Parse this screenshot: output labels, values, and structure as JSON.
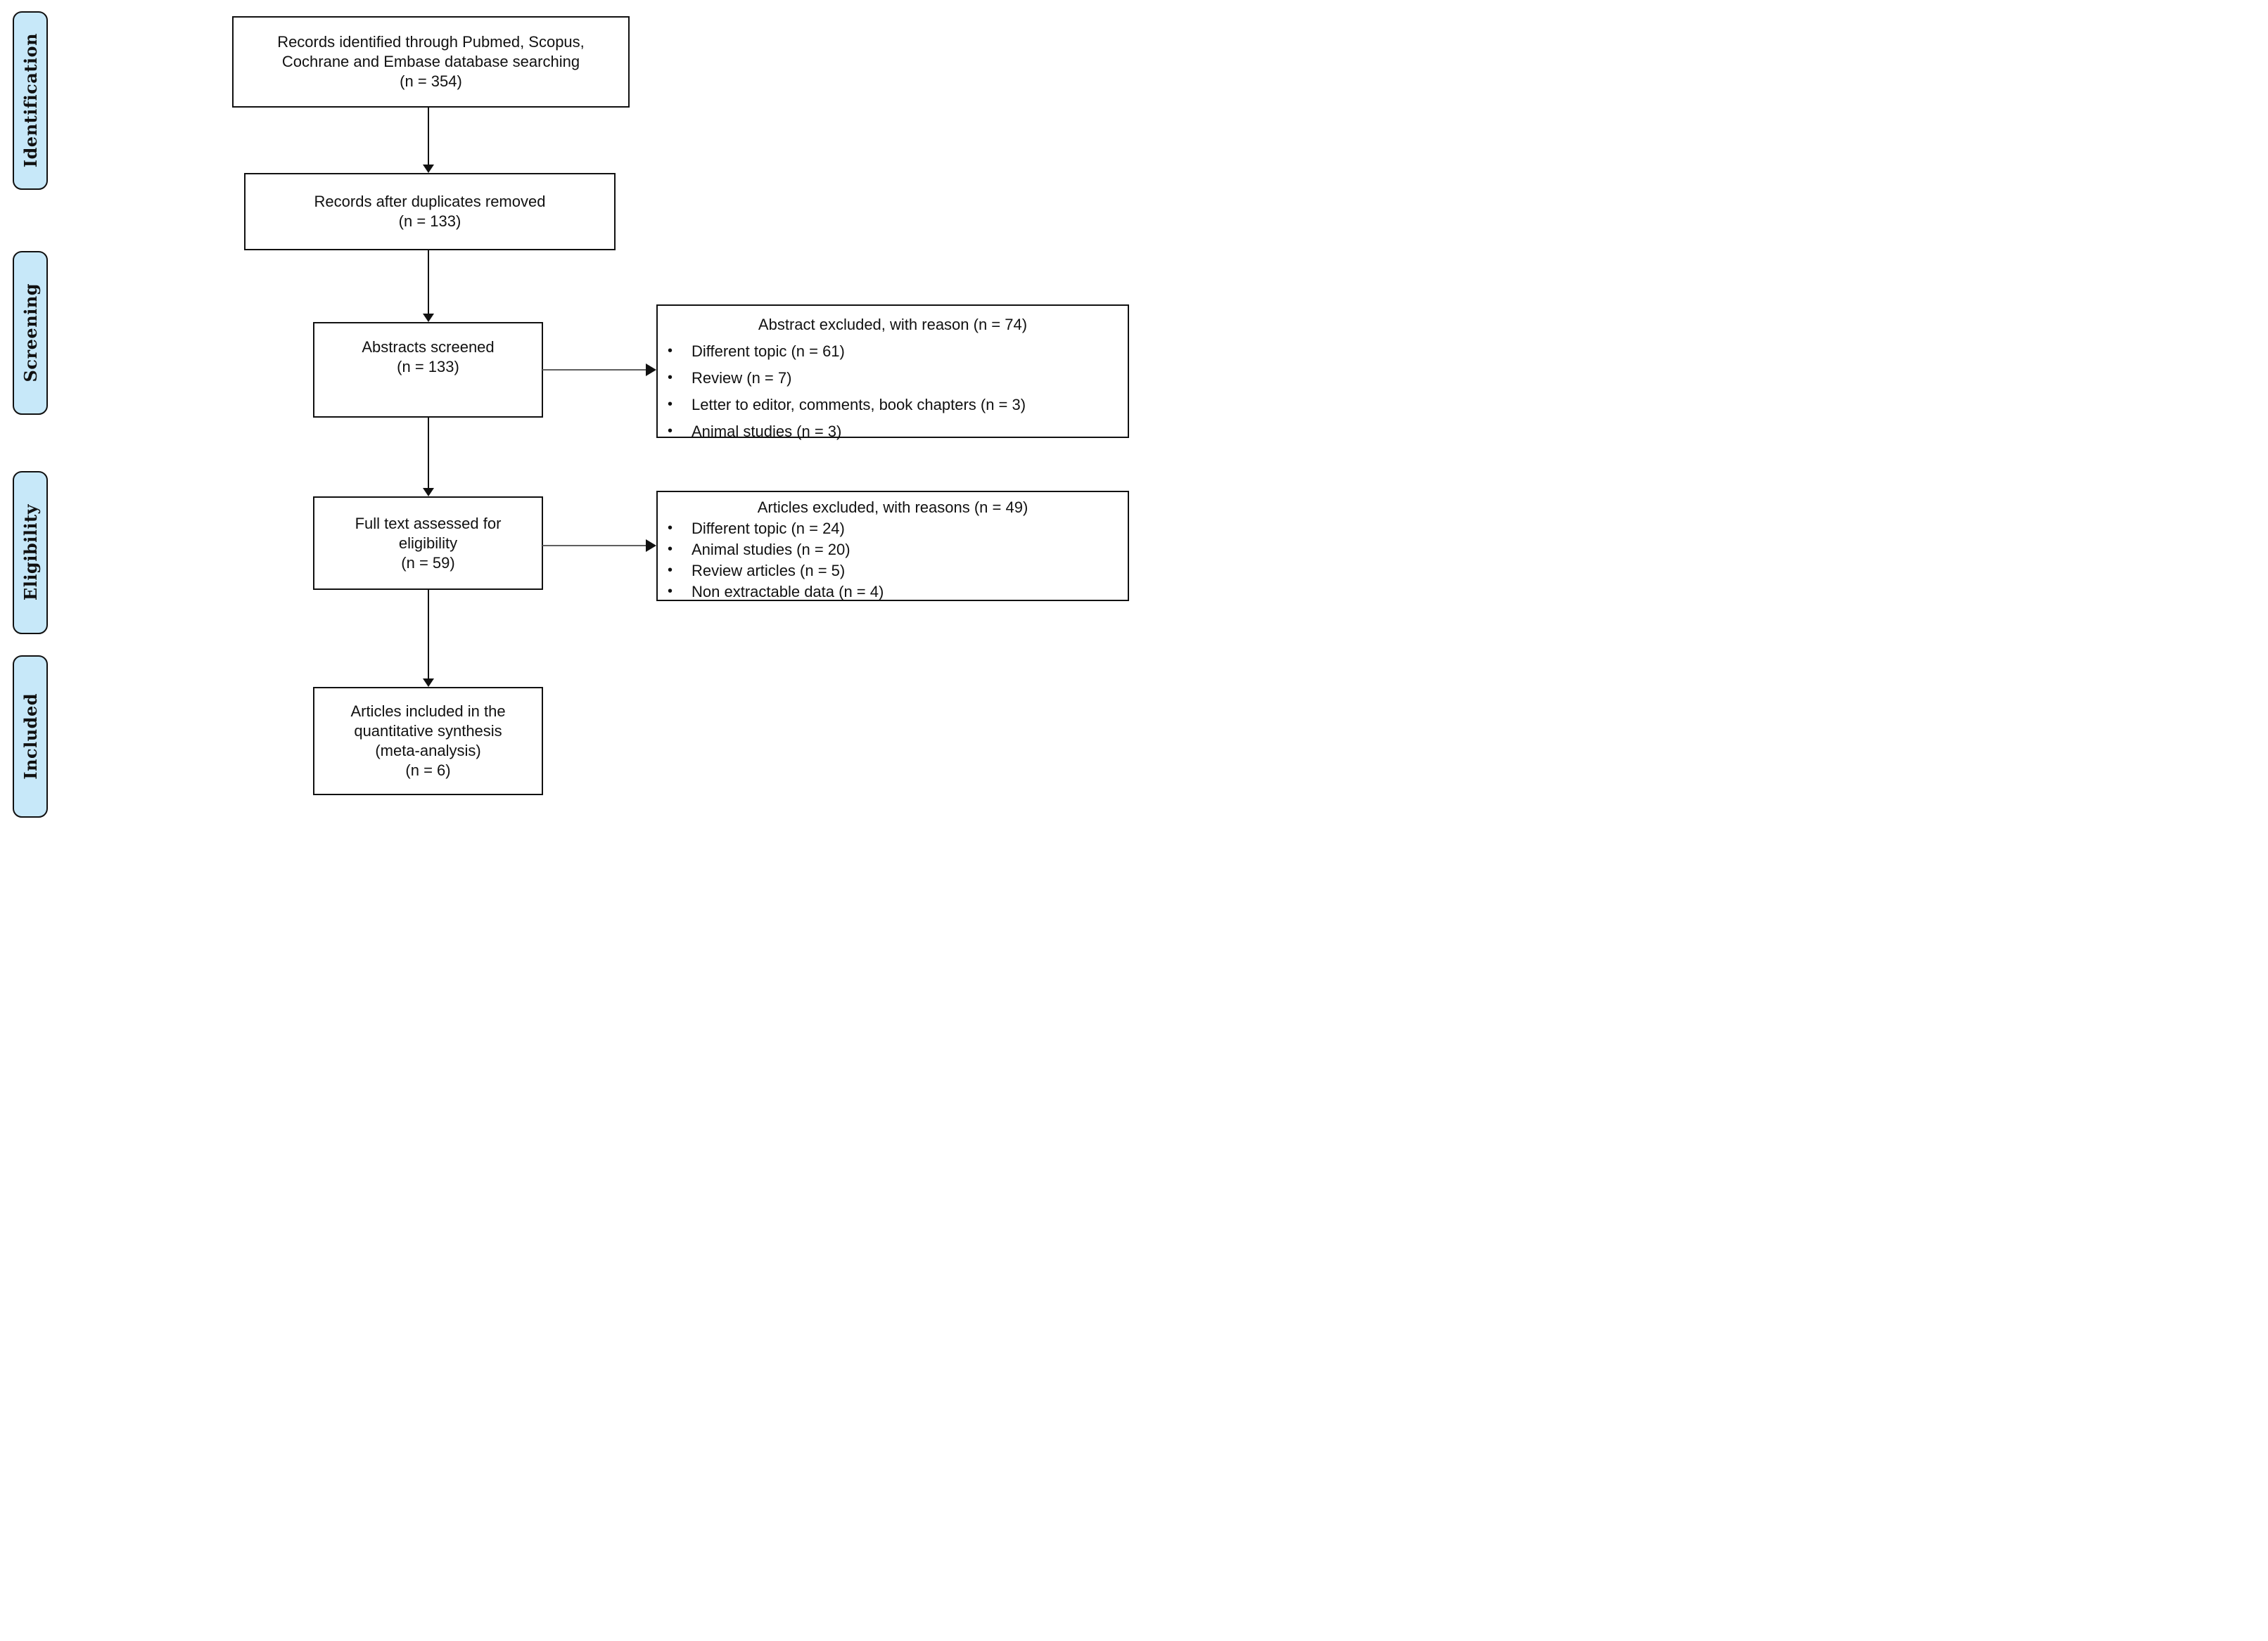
{
  "stages": {
    "identification": "Identification",
    "screening": "Screening",
    "eligibility": "Eligibility",
    "included": "Included"
  },
  "flow": {
    "identified": {
      "lines": [
        "Records identified through Pubmed, Scopus,",
        "Cochrane and Embase database searching",
        "(n = 354)"
      ]
    },
    "deduplicated": {
      "lines": [
        "Records after duplicates removed",
        "(n = 133)"
      ]
    },
    "abstracts_screened": {
      "lines": [
        "Abstracts screened",
        "(n = 133)"
      ]
    },
    "fulltext_assessed": {
      "lines": [
        "Full text assessed for",
        "eligibility",
        "(n = 59)"
      ]
    },
    "included_synthesis": {
      "lines": [
        "Articles included in the",
        "quantitative synthesis",
        "(meta-analysis)",
        "(n = 6)"
      ]
    }
  },
  "exclusions": {
    "abstract": {
      "title": "Abstract excluded, with reason (n = 74)",
      "bullet": "•",
      "items": [
        "Different topic (n = 61)",
        "Review (n = 7)",
        "Letter to editor, comments, book chapters (n = 3)",
        "Animal studies (n = 3)"
      ]
    },
    "fulltext": {
      "title": "Articles excluded, with reasons (n = 49)",
      "bullet": "•",
      "items": [
        "Different topic (n = 24)",
        "Animal studies (n = 20)",
        "Review articles (n = 5)",
        "Non extractable data (n = 4)"
      ]
    }
  },
  "colors": {
    "stage_fill": "#C7E8F9",
    "line_black": "#111111",
    "connector_gray": "#5f5f5f",
    "background": "#ffffff"
  }
}
